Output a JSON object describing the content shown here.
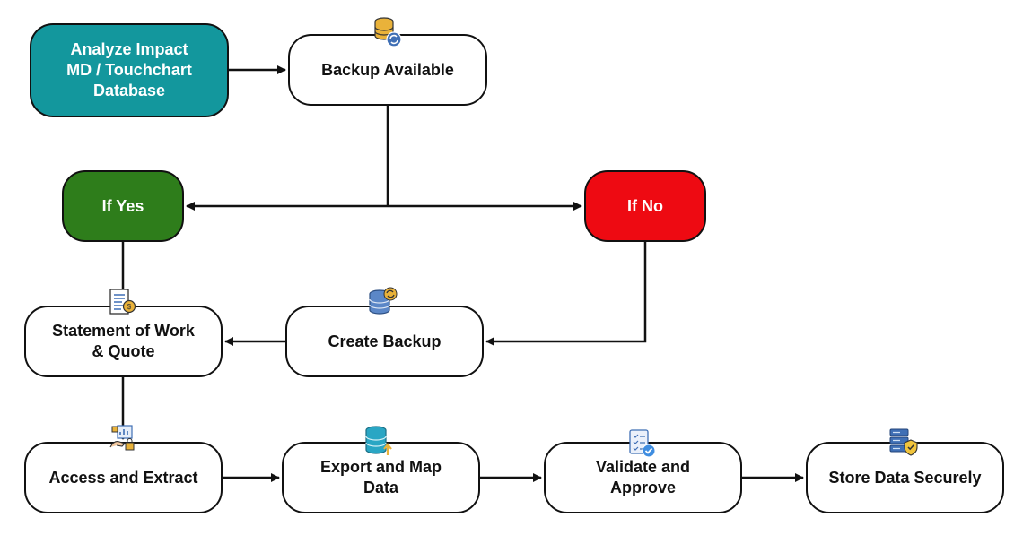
{
  "colors": {
    "teal": "#13979d",
    "green": "#2e7d1b",
    "red": "#ee0a12",
    "border": "#111111",
    "icon_blue": "#3f6fb5",
    "icon_gold": "#e9b23a"
  },
  "nodes": {
    "analyze": "Analyze Impact\nMD / Touchchart\nDatabase",
    "backup_available": "Backup Available",
    "yes": "If Yes",
    "no": "If No",
    "sow": "Statement of Work\n& Quote",
    "create_backup": "Create Backup",
    "access": "Access and Extract",
    "export": "Export and Map\nData",
    "validate": "Validate and\nApprove",
    "store": "Store Data Securely"
  },
  "icons": {
    "backup_available": "database-sync-icon",
    "create_backup": "database-sync-icon",
    "sow": "document-coin-icon",
    "access": "hand-data-lock-icon",
    "export": "database-upload-icon",
    "validate": "checklist-icon",
    "store": "server-shield-icon"
  }
}
